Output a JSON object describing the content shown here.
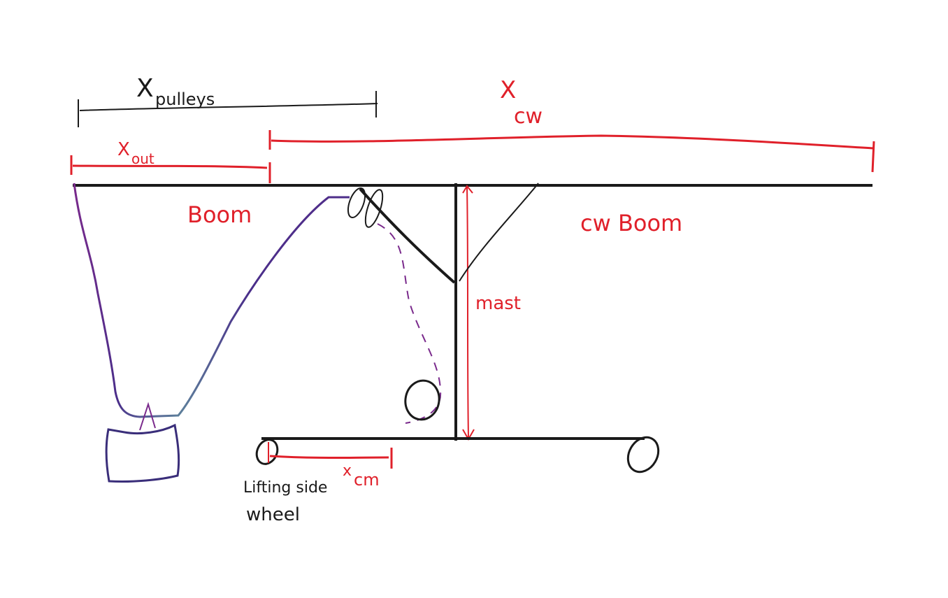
{
  "labels": {
    "x_pulleys": {
      "main": "X",
      "sub": "pulleys"
    },
    "x_cw": {
      "main": "X",
      "sub": "cw"
    },
    "x_out": {
      "main": "X",
      "sub": "out"
    },
    "x_cm": {
      "main": "x",
      "sub": "cm"
    },
    "boom": "Boom",
    "cw_boom": "cw Boom",
    "mast": "mast",
    "lifting_side_wheel_line1": "Lifting side",
    "lifting_side_wheel_line2": "wheel"
  },
  "colors": {
    "ink": "#1a1a1a",
    "dimension": "#e0202a",
    "cable": "#7a2a8c",
    "cable_alt": "#5fb3a0"
  }
}
